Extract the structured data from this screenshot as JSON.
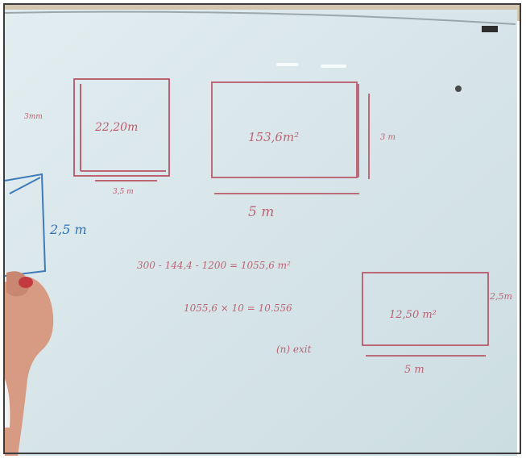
{
  "photo": {
    "colors": {
      "board": "#d8e6ea",
      "board_shadow": "#c3d3d8",
      "wall": "#d2c6b0",
      "red_marker": "#b23a4e",
      "blue_marker": "#2d6fb4",
      "skin": "#d79a82"
    },
    "shapes": {
      "square_area": "22,20m",
      "square_side_left": "3mm",
      "square_side_bottom": "3,5 m",
      "wide_rect_area": "153,6m²",
      "wide_rect_side": "3 m",
      "wide_rect_bottom": "5 m",
      "blue_box_side": "2,5 m",
      "small_rect_area": "12,50 m²",
      "small_rect_side": "2,5m",
      "small_rect_bottom": "5 m"
    },
    "equations": {
      "line1": "300 - 144,4 - 1200 = 1055,6 m²",
      "line2": "1055,6 × 10 = 10.556",
      "line3": "(n) exit"
    }
  }
}
